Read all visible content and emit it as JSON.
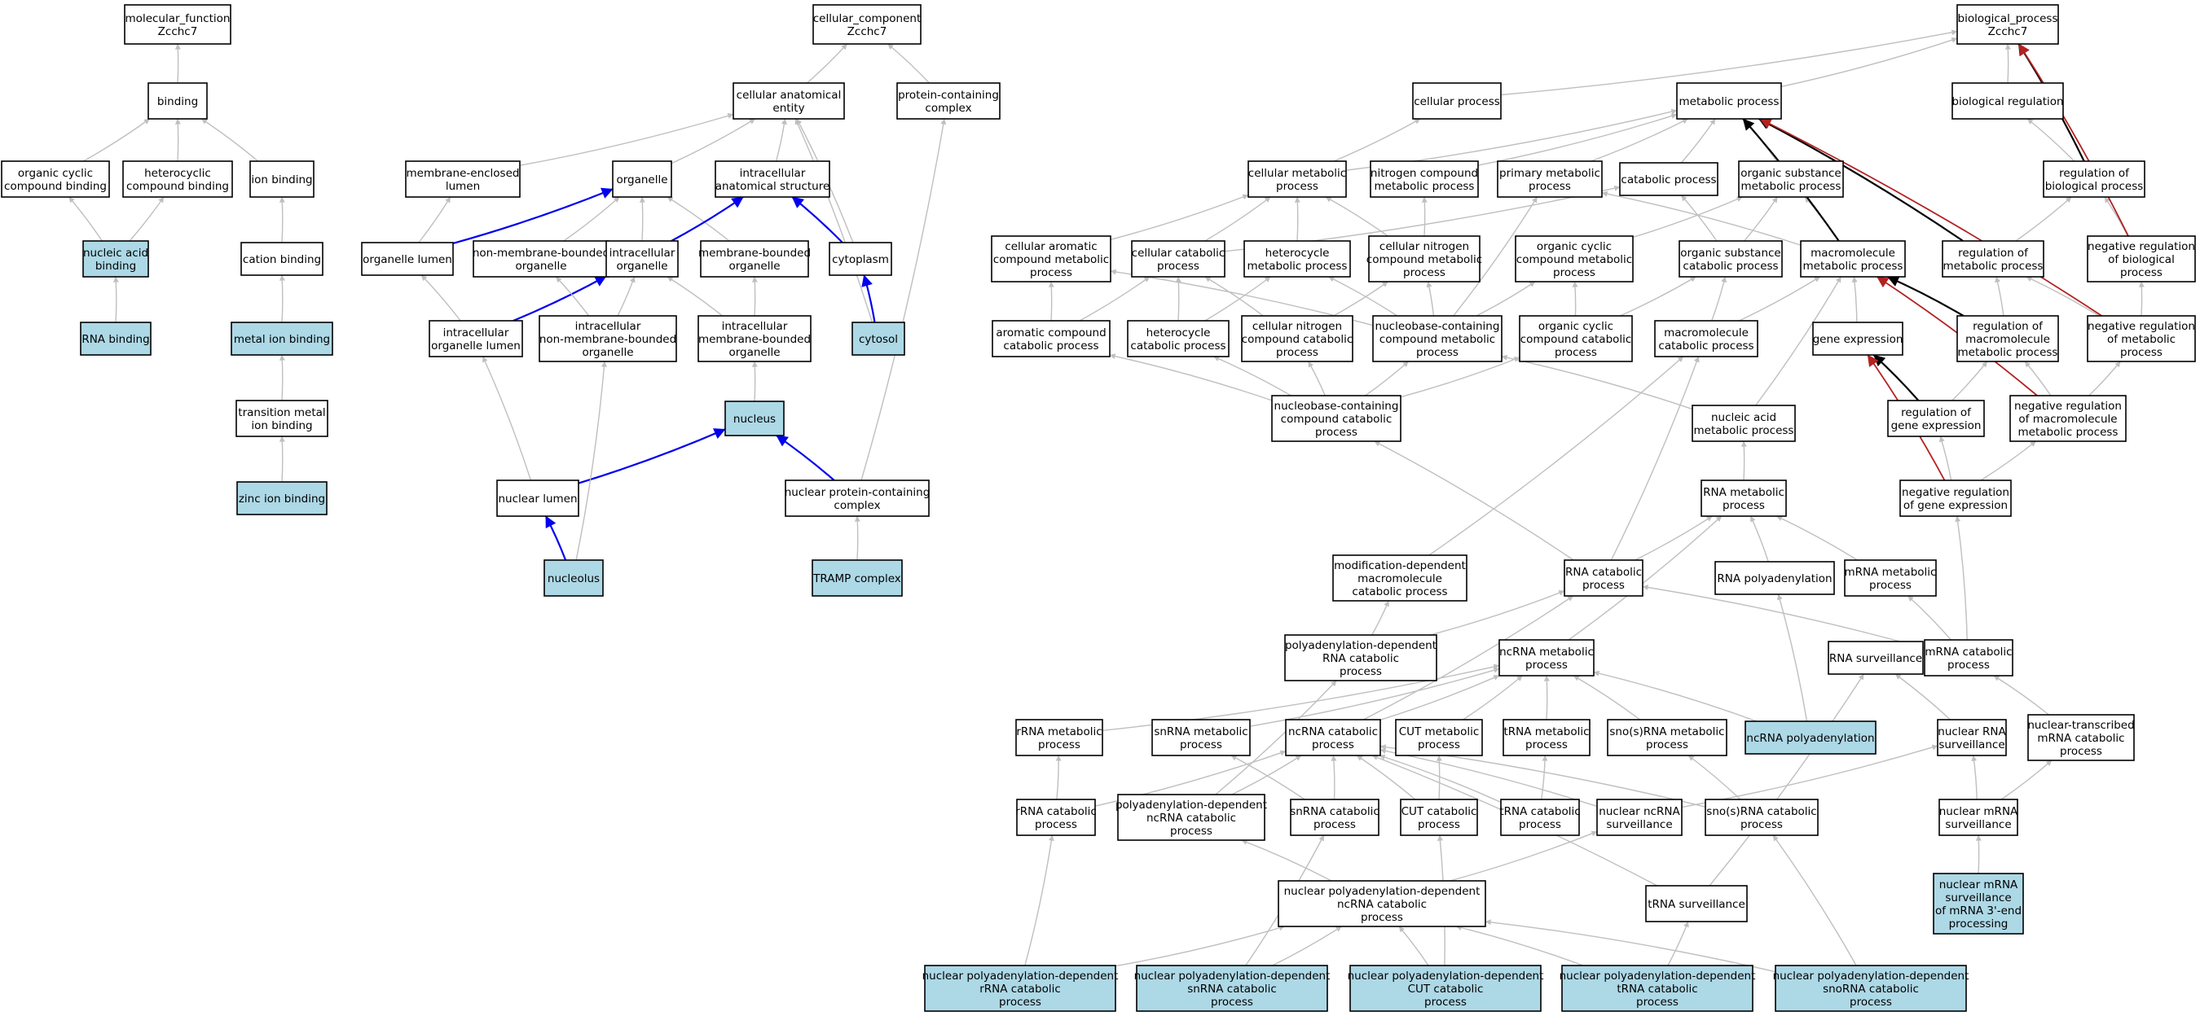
{
  "colors": {
    "node_fill": "#ffffff",
    "highlight_fill": "#add8e6",
    "edge_gray": "#bfbfbf",
    "edge_blue": "#0000ee",
    "edge_black": "#000000",
    "edge_red": "#b22222"
  },
  "nodes": [
    {
      "id": "mf",
      "lines": [
        "molecular_function",
        "Zcchc7"
      ]
    },
    {
      "id": "binding",
      "lines": [
        "binding"
      ]
    },
    {
      "id": "ocb",
      "lines": [
        "organic cyclic",
        "compound binding"
      ]
    },
    {
      "id": "hcb",
      "lines": [
        "heterocyclic",
        "compound binding"
      ]
    },
    {
      "id": "ionb",
      "lines": [
        "ion binding"
      ]
    },
    {
      "id": "nab",
      "lines": [
        "nucleic acid",
        "binding"
      ],
      "hl": true
    },
    {
      "id": "cationb",
      "lines": [
        "cation binding"
      ]
    },
    {
      "id": "rnab",
      "lines": [
        "RNA binding"
      ],
      "hl": true
    },
    {
      "id": "metalb",
      "lines": [
        "metal ion binding"
      ],
      "hl": true
    },
    {
      "id": "tmib",
      "lines": [
        "transition metal",
        "ion binding"
      ]
    },
    {
      "id": "zincb",
      "lines": [
        "zinc ion binding"
      ],
      "hl": true
    },
    {
      "id": "cc",
      "lines": [
        "cellular_component",
        "Zcchc7"
      ]
    },
    {
      "id": "cae",
      "lines": [
        "cellular anatomical",
        "entity"
      ]
    },
    {
      "id": "pcc",
      "lines": [
        "protein-containing",
        "complex"
      ]
    },
    {
      "id": "mel",
      "lines": [
        "membrane-enclosed",
        "lumen"
      ]
    },
    {
      "id": "organelle",
      "lines": [
        "organelle"
      ]
    },
    {
      "id": "ias",
      "lines": [
        "intracellular",
        "anatomical structure"
      ]
    },
    {
      "id": "orglumen",
      "lines": [
        "organelle lumen"
      ]
    },
    {
      "id": "nmbo",
      "lines": [
        "non-membrane-bounded",
        "organelle"
      ]
    },
    {
      "id": "io",
      "lines": [
        "intracellular",
        "organelle"
      ]
    },
    {
      "id": "mbo",
      "lines": [
        "membrane-bounded",
        "organelle"
      ]
    },
    {
      "id": "cytoplasm",
      "lines": [
        "cytoplasm"
      ]
    },
    {
      "id": "iol",
      "lines": [
        "intracellular",
        "organelle lumen"
      ]
    },
    {
      "id": "inmbo",
      "lines": [
        "intracellular",
        "non-membrane-bounded",
        "organelle"
      ]
    },
    {
      "id": "imbo",
      "lines": [
        "intracellular",
        "membrane-bounded",
        "organelle"
      ]
    },
    {
      "id": "cytosol",
      "lines": [
        "cytosol"
      ],
      "hl": true
    },
    {
      "id": "nucleus",
      "lines": [
        "nucleus"
      ],
      "hl": true
    },
    {
      "id": "nlumen",
      "lines": [
        "nuclear lumen"
      ]
    },
    {
      "id": "npcc",
      "lines": [
        "nuclear protein-containing",
        "complex"
      ]
    },
    {
      "id": "nucleolus",
      "lines": [
        "nucleolus"
      ],
      "hl": true
    },
    {
      "id": "tramp",
      "lines": [
        "TRAMP complex"
      ],
      "hl": true
    },
    {
      "id": "bp",
      "lines": [
        "biological_process",
        "Zcchc7"
      ]
    },
    {
      "id": "cellproc",
      "lines": [
        "cellular process"
      ]
    },
    {
      "id": "metproc",
      "lines": [
        "metabolic process"
      ]
    },
    {
      "id": "bioreg",
      "lines": [
        "biological regulation"
      ]
    },
    {
      "id": "cmp",
      "lines": [
        "cellular metabolic",
        "process"
      ]
    },
    {
      "id": "ncmp",
      "lines": [
        "nitrogen compound",
        "metabolic process"
      ]
    },
    {
      "id": "pmp",
      "lines": [
        "primary metabolic",
        "process"
      ]
    },
    {
      "id": "catproc",
      "lines": [
        "catabolic process"
      ]
    },
    {
      "id": "osmp",
      "lines": [
        "organic substance",
        "metabolic process"
      ]
    },
    {
      "id": "regbp",
      "lines": [
        "regulation of",
        "biological process"
      ]
    },
    {
      "id": "cacmp",
      "lines": [
        "cellular aromatic",
        "compound metabolic",
        "process"
      ]
    },
    {
      "id": "ccp",
      "lines": [
        "cellular catabolic",
        "process"
      ]
    },
    {
      "id": "hmp",
      "lines": [
        "heterocycle",
        "metabolic process"
      ]
    },
    {
      "id": "cncmp",
      "lines": [
        "cellular nitrogen",
        "compound metabolic",
        "process"
      ]
    },
    {
      "id": "occmp",
      "lines": [
        "organic cyclic",
        "compound metabolic",
        "process"
      ]
    },
    {
      "id": "oscp",
      "lines": [
        "organic substance",
        "catabolic process"
      ]
    },
    {
      "id": "mmp",
      "lines": [
        "macromolecule",
        "metabolic process"
      ]
    },
    {
      "id": "regmp",
      "lines": [
        "regulation of",
        "metabolic process"
      ]
    },
    {
      "id": "nrbp",
      "lines": [
        "negative regulation",
        "of biological",
        "process"
      ]
    },
    {
      "id": "accp",
      "lines": [
        "aromatic compound",
        "catabolic process"
      ]
    },
    {
      "id": "hcp",
      "lines": [
        "heterocycle",
        "catabolic process"
      ]
    },
    {
      "id": "cnccp",
      "lines": [
        "cellular nitrogen",
        "compound catabolic",
        "process"
      ]
    },
    {
      "id": "nbccmp",
      "lines": [
        "nucleobase-containing",
        "compound metabolic",
        "process"
      ]
    },
    {
      "id": "occcp",
      "lines": [
        "organic cyclic",
        "compound catabolic",
        "process"
      ]
    },
    {
      "id": "mcp",
      "lines": [
        "macromolecule",
        "catabolic process"
      ]
    },
    {
      "id": "geneexp",
      "lines": [
        "gene expression"
      ]
    },
    {
      "id": "regmmp",
      "lines": [
        "regulation of",
        "macromolecule",
        "metabolic process"
      ]
    },
    {
      "id": "nrmp",
      "lines": [
        "negative regulation",
        "of metabolic",
        "process"
      ]
    },
    {
      "id": "nbcccp",
      "lines": [
        "nucleobase-containing",
        "compound catabolic",
        "process"
      ]
    },
    {
      "id": "namp",
      "lines": [
        "nucleic acid",
        "metabolic process"
      ]
    },
    {
      "id": "regge",
      "lines": [
        "regulation of",
        "gene expression"
      ]
    },
    {
      "id": "nrmmp",
      "lines": [
        "negative regulation",
        "of macromolecule",
        "metabolic process"
      ]
    },
    {
      "id": "rnamp",
      "lines": [
        "RNA metabolic",
        "process"
      ]
    },
    {
      "id": "nrge",
      "lines": [
        "negative regulation",
        "of gene expression"
      ]
    },
    {
      "id": "mdmcp",
      "lines": [
        "modification-dependent",
        "macromolecule",
        "catabolic process"
      ]
    },
    {
      "id": "rnacp",
      "lines": [
        "RNA catabolic",
        "process"
      ]
    },
    {
      "id": "rnapa",
      "lines": [
        "RNA polyadenylation"
      ]
    },
    {
      "id": "mrnamp",
      "lines": [
        "mRNA metabolic",
        "process"
      ]
    },
    {
      "id": "pdrnacp",
      "lines": [
        "polyadenylation-dependent",
        "RNA catabolic",
        "process"
      ]
    },
    {
      "id": "ncrnamp",
      "lines": [
        "ncRNA metabolic",
        "process"
      ]
    },
    {
      "id": "rnasurv",
      "lines": [
        "RNA surveillance"
      ]
    },
    {
      "id": "mrnacp",
      "lines": [
        "mRNA catabolic",
        "process"
      ]
    },
    {
      "id": "rrnamp",
      "lines": [
        "rRNA metabolic",
        "process"
      ]
    },
    {
      "id": "snrnamp",
      "lines": [
        "snRNA metabolic",
        "process"
      ]
    },
    {
      "id": "ncrnacp",
      "lines": [
        "ncRNA catabolic",
        "process"
      ]
    },
    {
      "id": "cutmp",
      "lines": [
        "CUT metabolic",
        "process"
      ]
    },
    {
      "id": "trnamp",
      "lines": [
        "tRNA metabolic",
        "process"
      ]
    },
    {
      "id": "snornamp",
      "lines": [
        "sno(s)RNA metabolic",
        "process"
      ]
    },
    {
      "id": "ncrnapa",
      "lines": [
        "ncRNA polyadenylation"
      ],
      "hl": true
    },
    {
      "id": "nrnasurv",
      "lines": [
        "nuclear RNA",
        "surveillance"
      ]
    },
    {
      "id": "ntmrnacp",
      "lines": [
        "nuclear-transcribed",
        "mRNA catabolic",
        "process"
      ]
    },
    {
      "id": "rrnacp",
      "lines": [
        "rRNA catabolic",
        "process"
      ]
    },
    {
      "id": "pdncrnacp",
      "lines": [
        "polyadenylation-dependent",
        "ncRNA catabolic",
        "process"
      ]
    },
    {
      "id": "snrnacp",
      "lines": [
        "snRNA catabolic",
        "process"
      ]
    },
    {
      "id": "cutcp",
      "lines": [
        "CUT catabolic",
        "process"
      ]
    },
    {
      "id": "trnacp",
      "lines": [
        "tRNA catabolic",
        "process"
      ]
    },
    {
      "id": "nncrnasurv",
      "lines": [
        "nuclear ncRNA",
        "surveillance"
      ]
    },
    {
      "id": "snornacp",
      "lines": [
        "sno(s)RNA catabolic",
        "process"
      ]
    },
    {
      "id": "nmrnasurv",
      "lines": [
        "nuclear mRNA",
        "surveillance"
      ]
    },
    {
      "id": "npdncrnacp",
      "lines": [
        "nuclear polyadenylation-dependent",
        "ncRNA catabolic",
        "process"
      ]
    },
    {
      "id": "trnasurv",
      "lines": [
        "tRNA surveillance"
      ]
    },
    {
      "id": "nmrnasurv3",
      "lines": [
        "nuclear mRNA",
        "surveillance",
        "of mRNA 3'-end",
        "processing"
      ],
      "hl": true
    },
    {
      "id": "npdrrna",
      "lines": [
        "nuclear polyadenylation-dependent",
        "rRNA catabolic",
        "process"
      ],
      "hl": true
    },
    {
      "id": "npdsnrna",
      "lines": [
        "nuclear polyadenylation-dependent",
        "snRNA catabolic",
        "process"
      ],
      "hl": true
    },
    {
      "id": "npdcut",
      "lines": [
        "nuclear polyadenylation-dependent",
        "CUT catabolic",
        "process"
      ],
      "hl": true
    },
    {
      "id": "npdtrna",
      "lines": [
        "nuclear polyadenylation-dependent",
        "tRNA catabolic",
        "process"
      ],
      "hl": true
    },
    {
      "id": "npdsnorna",
      "lines": [
        "nuclear polyadenylation-dependent",
        "snoRNA catabolic",
        "process"
      ],
      "hl": true
    }
  ],
  "edges": [
    [
      "binding",
      "mf"
    ],
    [
      "ocb",
      "binding"
    ],
    [
      "hcb",
      "binding"
    ],
    [
      "ionb",
      "binding"
    ],
    [
      "nab",
      "ocb"
    ],
    [
      "nab",
      "hcb"
    ],
    [
      "rnab",
      "nab"
    ],
    [
      "cationb",
      "ionb"
    ],
    [
      "metalb",
      "cationb"
    ],
    [
      "tmib",
      "metalb"
    ],
    [
      "zincb",
      "tmib"
    ],
    [
      "cae",
      "cc"
    ],
    [
      "pcc",
      "cc"
    ],
    [
      "mel",
      "cae"
    ],
    [
      "organelle",
      "cae"
    ],
    [
      "ias",
      "cae"
    ],
    [
      "cytoplasm",
      "cae"
    ],
    [
      "cytosol",
      "cae"
    ],
    [
      "orglumen",
      "mel"
    ],
    [
      "orglumen",
      "organelle",
      "b"
    ],
    [
      "nmbo",
      "organelle"
    ],
    [
      "io",
      "organelle"
    ],
    [
      "mbo",
      "organelle"
    ],
    [
      "io",
      "ias",
      "b"
    ],
    [
      "cytoplasm",
      "ias",
      "b"
    ],
    [
      "iol",
      "orglumen"
    ],
    [
      "iol",
      "io",
      "b"
    ],
    [
      "inmbo",
      "nmbo"
    ],
    [
      "inmbo",
      "io"
    ],
    [
      "imbo",
      "io"
    ],
    [
      "imbo",
      "mbo"
    ],
    [
      "cytosol",
      "cytoplasm",
      "b"
    ],
    [
      "nucleus",
      "imbo"
    ],
    [
      "nlumen",
      "iol"
    ],
    [
      "nlumen",
      "nucleus",
      "b"
    ],
    [
      "npcc",
      "nucleus",
      "b"
    ],
    [
      "npcc",
      "pcc"
    ],
    [
      "nucleolus",
      "nlumen",
      "b"
    ],
    [
      "nucleolus",
      "inmbo"
    ],
    [
      "tramp",
      "npcc"
    ],
    [
      "cellproc",
      "bp"
    ],
    [
      "metproc",
      "bp"
    ],
    [
      "bioreg",
      "bp"
    ],
    [
      "cmp",
      "cellproc"
    ],
    [
      "cmp",
      "metproc"
    ],
    [
      "ncmp",
      "metproc"
    ],
    [
      "pmp",
      "metproc"
    ],
    [
      "catproc",
      "metproc"
    ],
    [
      "osmp",
      "metproc"
    ],
    [
      "regbp",
      "bioreg"
    ],
    [
      "regbp",
      "bp",
      "k"
    ],
    [
      "cacmp",
      "cmp"
    ],
    [
      "ccp",
      "cmp"
    ],
    [
      "ccp",
      "catproc"
    ],
    [
      "hmp",
      "cmp"
    ],
    [
      "cncmp",
      "cmp"
    ],
    [
      "cncmp",
      "ncmp"
    ],
    [
      "occmp",
      "osmp"
    ],
    [
      "oscp",
      "catproc"
    ],
    [
      "oscp",
      "osmp"
    ],
    [
      "mmp",
      "osmp"
    ],
    [
      "mmp",
      "pmp"
    ],
    [
      "mmp",
      "metproc",
      "k"
    ],
    [
      "regmp",
      "regbp"
    ],
    [
      "regmp",
      "metproc",
      "k"
    ],
    [
      "nrbp",
      "regbp"
    ],
    [
      "nrbp",
      "bp",
      "r"
    ],
    [
      "accp",
      "cacmp"
    ],
    [
      "accp",
      "ccp"
    ],
    [
      "hcp",
      "hmp"
    ],
    [
      "hcp",
      "ccp"
    ],
    [
      "cnccp",
      "cncmp"
    ],
    [
      "cnccp",
      "ccp"
    ],
    [
      "nbccmp",
      "cacmp"
    ],
    [
      "nbccmp",
      "hmp"
    ],
    [
      "nbccmp",
      "cncmp"
    ],
    [
      "nbccmp",
      "occmp"
    ],
    [
      "nbccmp",
      "pmp"
    ],
    [
      "occcp",
      "occmp"
    ],
    [
      "occcp",
      "oscp"
    ],
    [
      "mcp",
      "mmp"
    ],
    [
      "mcp",
      "oscp"
    ],
    [
      "geneexp",
      "mmp"
    ],
    [
      "regmmp",
      "regmp"
    ],
    [
      "regmmp",
      "mmp",
      "k"
    ],
    [
      "nrmp",
      "regmp"
    ],
    [
      "nrmp",
      "nrbp"
    ],
    [
      "nrmp",
      "metproc",
      "r"
    ],
    [
      "nbcccp",
      "accp"
    ],
    [
      "nbcccp",
      "hcp"
    ],
    [
      "nbcccp",
      "cnccp"
    ],
    [
      "nbcccp",
      "nbccmp"
    ],
    [
      "nbcccp",
      "occcp"
    ],
    [
      "namp",
      "nbccmp"
    ],
    [
      "namp",
      "mmp"
    ],
    [
      "regge",
      "regmmp"
    ],
    [
      "regge",
      "geneexp",
      "k"
    ],
    [
      "nrmmp",
      "regmmp"
    ],
    [
      "nrmmp",
      "nrmp"
    ],
    [
      "nrmmp",
      "mmp",
      "r"
    ],
    [
      "rnamp",
      "namp"
    ],
    [
      "nrge",
      "regge"
    ],
    [
      "nrge",
      "nrmmp"
    ],
    [
      "nrge",
      "geneexp",
      "r"
    ],
    [
      "mdmcp",
      "mcp"
    ],
    [
      "rnacp",
      "rnamp"
    ],
    [
      "rnacp",
      "nbcccp"
    ],
    [
      "rnacp",
      "mcp"
    ],
    [
      "rnapa",
      "rnamp"
    ],
    [
      "mrnamp",
      "rnamp"
    ],
    [
      "pdrnacp",
      "rnacp"
    ],
    [
      "pdrnacp",
      "mdmcp"
    ],
    [
      "ncrnamp",
      "rnamp"
    ],
    [
      "mrnacp",
      "rnacp"
    ],
    [
      "mrnacp",
      "mrnamp"
    ],
    [
      "mrnacp",
      "nrge"
    ],
    [
      "rrnamp",
      "ncrnamp"
    ],
    [
      "snrnamp",
      "ncrnamp"
    ],
    [
      "ncrnacp",
      "ncrnamp"
    ],
    [
      "ncrnacp",
      "rnacp"
    ],
    [
      "cutmp",
      "ncrnamp"
    ],
    [
      "trnamp",
      "ncrnamp"
    ],
    [
      "snornamp",
      "ncrnamp"
    ],
    [
      "ncrnapa",
      "ncrnamp"
    ],
    [
      "ncrnapa",
      "rnapa"
    ],
    [
      "nrnasurv",
      "rnasurv"
    ],
    [
      "ntmrnacp",
      "mrnacp"
    ],
    [
      "rrnacp",
      "rrnamp"
    ],
    [
      "rrnacp",
      "ncrnacp"
    ],
    [
      "pdncrnacp",
      "ncrnacp"
    ],
    [
      "pdncrnacp",
      "pdrnacp"
    ],
    [
      "snrnacp",
      "snrnamp"
    ],
    [
      "snrnacp",
      "ncrnacp"
    ],
    [
      "cutcp",
      "cutmp"
    ],
    [
      "cutcp",
      "ncrnacp"
    ],
    [
      "trnacp",
      "trnamp"
    ],
    [
      "trnacp",
      "ncrnacp"
    ],
    [
      "nncrnasurv",
      "nrnasurv"
    ],
    [
      "nncrnasurv",
      "ncrnacp"
    ],
    [
      "snornacp",
      "snornamp"
    ],
    [
      "snornacp",
      "ncrnacp"
    ],
    [
      "nmrnasurv",
      "nrnasurv"
    ],
    [
      "nmrnasurv",
      "ntmrnacp"
    ],
    [
      "npdncrnacp",
      "pdncrnacp"
    ],
    [
      "npdncrnacp",
      "nncrnasurv"
    ],
    [
      "trnasurv",
      "rnasurv"
    ],
    [
      "trnasurv",
      "ncrnacp"
    ],
    [
      "nmrnasurv3",
      "nmrnasurv"
    ],
    [
      "npdrrna",
      "rrnacp"
    ],
    [
      "npdrrna",
      "npdncrnacp"
    ],
    [
      "npdsnrna",
      "snrnacp"
    ],
    [
      "npdsnrna",
      "npdncrnacp"
    ],
    [
      "npdcut",
      "cutcp"
    ],
    [
      "npdcut",
      "npdncrnacp"
    ],
    [
      "npdtrna",
      "trnasurv"
    ],
    [
      "npdtrna",
      "npdncrnacp"
    ],
    [
      "npdsnorna",
      "snornacp"
    ],
    [
      "npdsnorna",
      "npdncrnacp"
    ]
  ]
}
